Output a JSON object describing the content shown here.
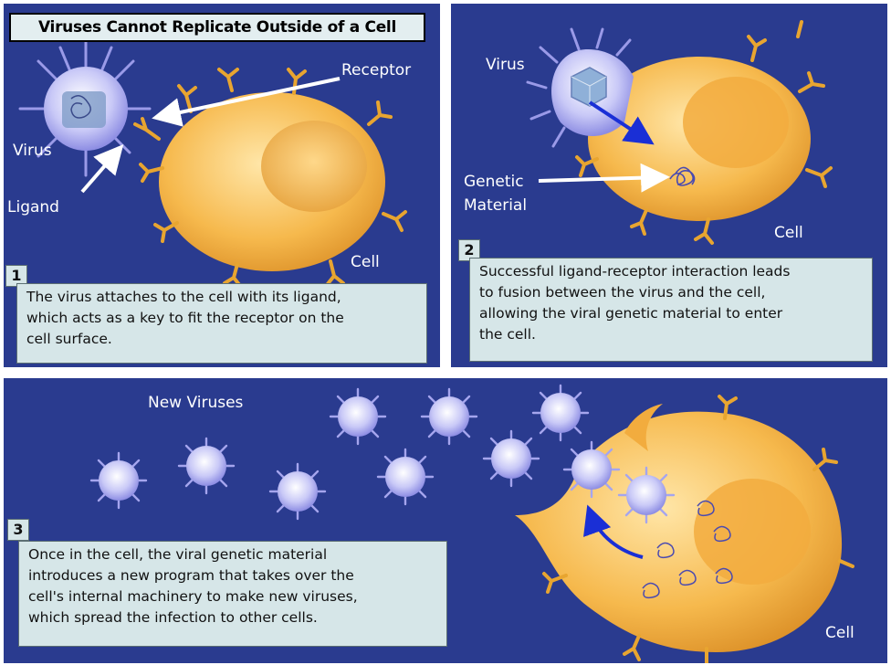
{
  "title": "Viruses Cannot Replicate Outside of a Cell",
  "colors": {
    "panel_bg": "#2a3b8f",
    "cell": "#f2b24a",
    "virus": "#b8b8f2",
    "arrow_blue": "#1a2fd6",
    "caption_bg": "#d6e6e8"
  },
  "panel1": {
    "step": "1",
    "labels": {
      "receptor": "Receptor",
      "virus": "Virus",
      "ligand": "Ligand",
      "cell": "Cell"
    },
    "caption_lines": [
      "The virus attaches to the cell with its ligand,",
      "which acts as a key to fit the receptor on the",
      "cell surface."
    ]
  },
  "panel2": {
    "step": "2",
    "labels": {
      "virus": "Virus",
      "genetic_1": "Genetic",
      "genetic_2": "Material",
      "cell": "Cell"
    },
    "caption_lines": [
      "Successful ligand-receptor interaction leads",
      "to fusion between the virus and the cell,",
      "allowing the viral genetic material to enter",
      "the cell."
    ]
  },
  "panel3": {
    "step": "3",
    "labels": {
      "new_viruses": "New Viruses",
      "cell": "Cell"
    },
    "caption_lines": [
      "Once in the cell, the viral genetic material",
      "introduces a new program that takes over the",
      "cell's internal machinery to make new viruses,",
      "which spread the infection to other cells."
    ]
  }
}
